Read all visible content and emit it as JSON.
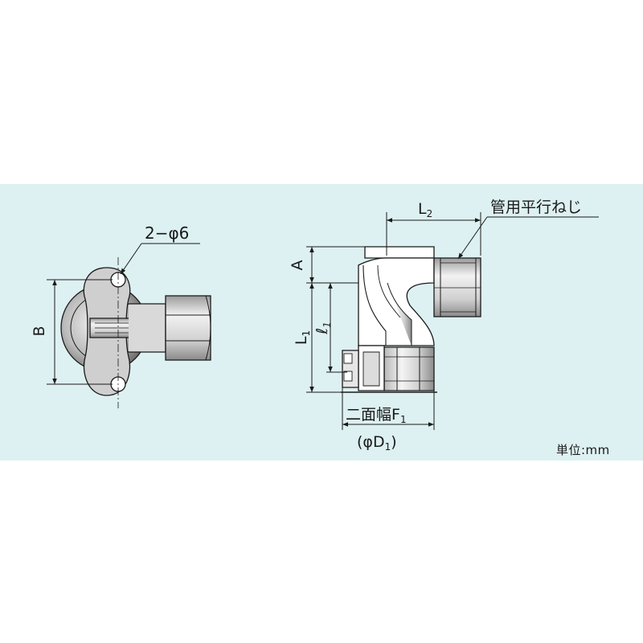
{
  "labels": {
    "hole_spec": "2−φ6",
    "dim_b": "B",
    "dim_a": "A",
    "dim_l1_main": "L",
    "dim_l1_sub": "1",
    "dim_ell1_main": "ℓ",
    "dim_ell1_sub": "1",
    "dim_l2_main": "L",
    "dim_l2_sub": "2",
    "thread": "管用平行ねじ",
    "width_across_main": "二面幅F",
    "width_across_sub": "1",
    "diameter_open": "(φD",
    "diameter_sub": "1",
    "diameter_close": ")",
    "unit": "単位:mm"
  },
  "colors": {
    "panel": "#ddf0f2",
    "line": "#1a1a1a",
    "body_fill": "#ffffff",
    "shade_light": "#d8d8d8",
    "shade_mid": "#a9a9a9",
    "shade_dark": "#6e6e6e"
  }
}
